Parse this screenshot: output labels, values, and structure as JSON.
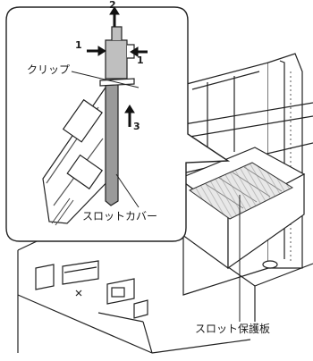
{
  "labels": {
    "clip": "クリップ",
    "slot_cover": "スロットカバー",
    "slot_protector": "スロット保護板"
  },
  "step_numbers": {
    "up": "2",
    "push_left": "1",
    "push_right": "1",
    "insert": "3"
  }
}
